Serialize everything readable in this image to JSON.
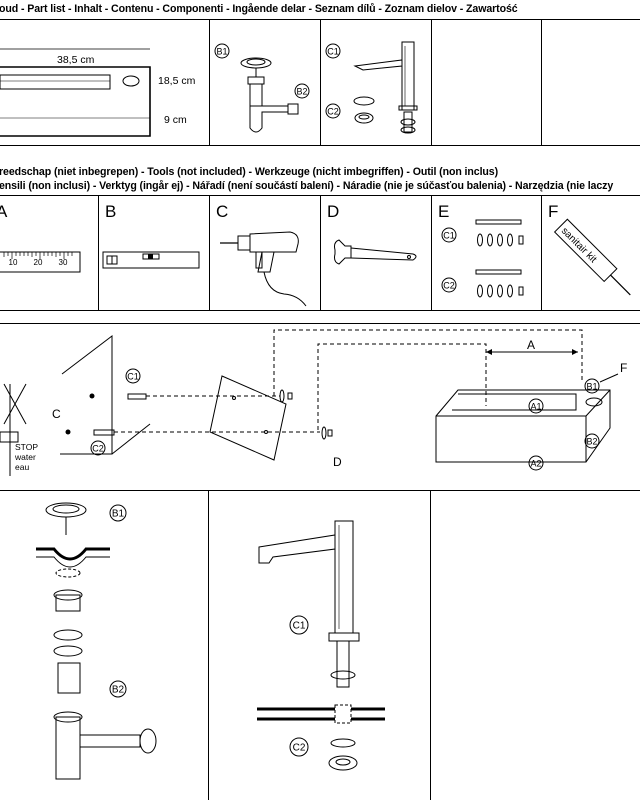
{
  "parts_header": "oud - Part list - Inhalt - Contenu - Componenti - Ingående delar - Seznam dílů - Zoznam dielov - Zawartość",
  "tools_header_1": "reedschap (niet inbegrepen) - Tools (not included) -  Werkzeuge (nicht imbegriffen) - Outil (non inclus)",
  "tools_header_2": "ensili (non inclusi) - Verktyg (ingår ej) - Nářadí (není součástí balení) - Náradie (nie je súčasťou balenia) - Narzędzia (nie laczy",
  "basin": {
    "width": "38,5 cm",
    "depth": "18,5 cm",
    "height": "9 cm"
  },
  "labels": {
    "b1": "B1",
    "b2": "B2",
    "c1": "C1",
    "c2": "C2",
    "a1": "A1",
    "a2": "A2",
    "f": "F"
  },
  "tools": {
    "a": "A",
    "b": "B",
    "c": "C",
    "d": "D",
    "e": "E",
    "f": "F",
    "ruler_10": "10",
    "ruler_20": "20",
    "ruler_30": "30",
    "sanitair": "sanitair kit"
  },
  "install": {
    "c": "C",
    "d": "D",
    "a": "A",
    "stop": "STOP",
    "water": "water",
    "eau": "eau"
  }
}
